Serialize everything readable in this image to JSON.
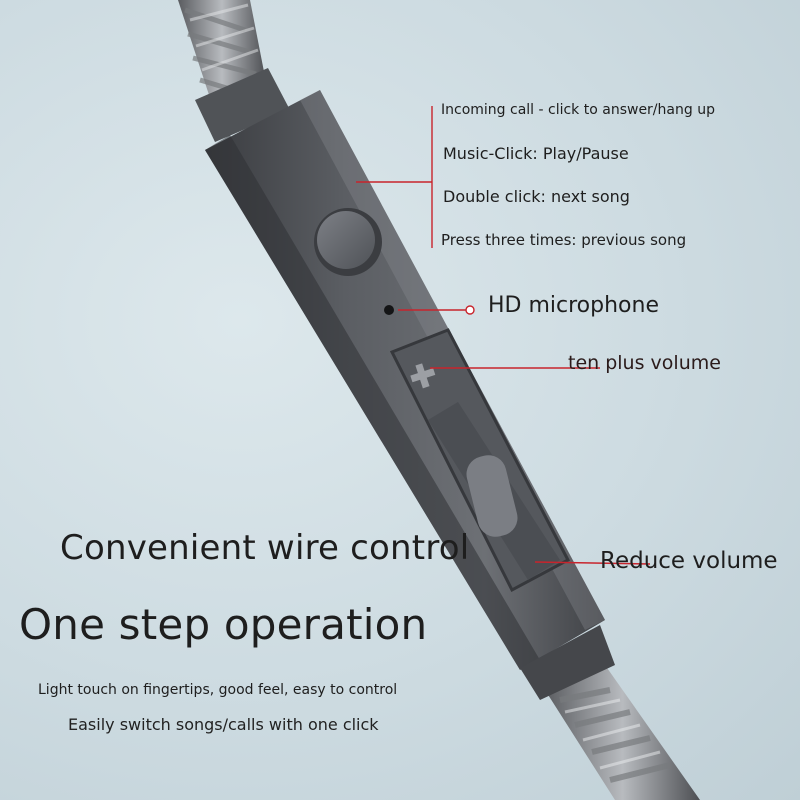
{
  "callouts": {
    "button_lines": [
      "Incoming call - click to answer/hang up",
      "Music-Click: Play/Pause",
      "Double click: next song",
      "Press three times: previous song"
    ],
    "microphone": "HD microphone",
    "volume_up": "ten plus volume",
    "volume_down": "Reduce volume"
  },
  "headline": {
    "line1": "Convenient wire control",
    "line2": "One step operation"
  },
  "taglines": [
    "Light touch on fingertips, good feel, easy to control",
    "Easily switch songs/calls with one click"
  ],
  "colors": {
    "background": "#cfdde3",
    "body": "#4a4d52",
    "callout_line": "#c8242c",
    "text": "#1e1e1e"
  },
  "icons": [
    "braided-cable",
    "multifunction-button",
    "microphone-hole",
    "plus-icon",
    "volume-rocker"
  ]
}
